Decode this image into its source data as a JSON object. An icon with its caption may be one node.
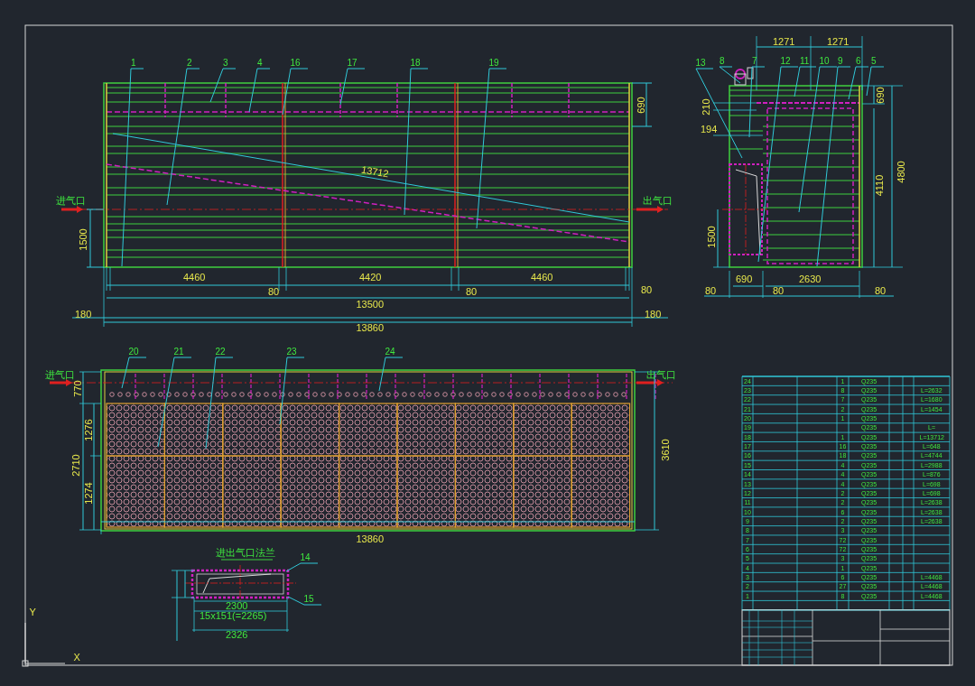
{
  "diagram": {
    "nodes": [
      {
        "text": [
          "1"
        ]
      },
      {
        "text": [
          "2"
        ]
      },
      {
        "text": [
          "3"
        ]
      },
      {
        "text": [
          "4"
        ]
      },
      {
        "text": [
          "16"
        ]
      },
      {
        "text": [
          "17"
        ]
      },
      {
        "text": [
          "18"
        ]
      },
      {
        "text": [
          "19"
        ]
      },
      {
        "text": [
          "13"
        ]
      },
      {
        "text": [
          "8"
        ]
      },
      {
        "text": [
          "7"
        ]
      },
      {
        "text": [
          "12"
        ]
      },
      {
        "text": [
          "11"
        ]
      },
      {
        "text": [
          "10"
        ]
      },
      {
        "text": [
          "9"
        ]
      },
      {
        "text": [
          "6"
        ]
      },
      {
        "text": [
          "5"
        ]
      },
      {
        "text": [
          "20"
        ]
      },
      {
        "text": [
          "21"
        ]
      },
      {
        "text": [
          "22"
        ]
      },
      {
        "text": [
          "23"
        ]
      },
      {
        "text": [
          "24"
        ]
      },
      {
        "text": [
          "14"
        ]
      },
      {
        "text": [
          "15"
        ]
      }
    ],
    "edges": [
      {
        "from": 0,
        "to": null,
        "arrow": "none"
      },
      {
        "from": 1,
        "to": null,
        "arrow": "none"
      },
      {
        "from": 2,
        "to": null,
        "arrow": "none"
      },
      {
        "from": 3,
        "to": null,
        "arrow": "none"
      },
      {
        "from": 4,
        "to": null,
        "arrow": "none"
      },
      {
        "from": 5,
        "to": null,
        "arrow": "none"
      },
      {
        "from": 6,
        "to": null,
        "arrow": "none"
      },
      {
        "from": 7,
        "to": null,
        "arrow": "none"
      },
      {
        "from": 8,
        "to": null,
        "arrow": "none"
      },
      {
        "from": 9,
        "to": null,
        "arrow": "none"
      },
      {
        "from": 10,
        "to": null,
        "arrow": "none"
      },
      {
        "from": 11,
        "to": null,
        "arrow": "none"
      },
      {
        "from": 12,
        "to": null,
        "arrow": "none"
      },
      {
        "from": 13,
        "to": null,
        "arrow": "none"
      },
      {
        "from": 14,
        "to": null,
        "arrow": "none"
      },
      {
        "from": 15,
        "to": null,
        "arrow": "none"
      },
      {
        "from": 16,
        "to": null,
        "arrow": "none"
      },
      {
        "from": 17,
        "to": null,
        "arrow": "none"
      },
      {
        "from": 18,
        "to": null,
        "arrow": "none"
      },
      {
        "from": 19,
        "to": null,
        "arrow": "none"
      },
      {
        "from": 20,
        "to": null,
        "arrow": "none"
      },
      {
        "from": 21,
        "to": null,
        "arrow": "none"
      },
      {
        "from": 22,
        "to": null,
        "arrow": "none"
      },
      {
        "from": 23,
        "to": null,
        "arrow": "none"
      }
    ],
    "labels": [
      "690",
      "进气口",
      "13712",
      "出气口",
      "1500",
      "4460",
      "4420",
      "4460",
      "80",
      "80",
      "80",
      "13500",
      "180",
      "180",
      "13860",
      "1271",
      "1271",
      "210",
      "690",
      "194",
      "4800",
      "4110",
      "1500",
      "690",
      "2630",
      "80",
      "80",
      "80",
      "进气口",
      "出气口",
      "770",
      "1276",
      "3610",
      "2710",
      "1274",
      "13860",
      "进出气口法兰",
      "2300",
      "15x151(=2265)",
      "2326",
      "Y",
      "X",
      "24",
      "1",
      "Q235",
      "23",
      "8",
      "Q235",
      "L=2632",
      "22",
      "7",
      "Q235",
      "L=1680",
      "21",
      "2",
      "Q235",
      "L=1454",
      "20",
      "1",
      "Q235",
      "19",
      "Q235",
      "L=",
      "18",
      "1",
      "Q235",
      "L=13712",
      "17",
      "16",
      "Q235",
      "L=648",
      "16",
      "18",
      "Q235",
      "L=4744",
      "15",
      "4",
      "Q235",
      "L=2988",
      "14",
      "4",
      "Q235",
      "L=876",
      "13",
      "4",
      "Q235",
      "L=698",
      "12",
      "2",
      "Q235",
      "L=698",
      "11",
      "2",
      "Q235",
      "L=2638",
      "10",
      "6",
      "Q235",
      "L=2638",
      "9",
      "2",
      "Q235",
      "L=2638",
      "8",
      "3",
      "Q235",
      "7",
      "72",
      "Q235",
      "6",
      "72",
      "Q235",
      "5",
      "3",
      "Q235",
      "4",
      "1",
      "Q235",
      "3",
      "6",
      "Q235",
      "L=4468",
      "2",
      "27",
      "Q235",
      "L=4468",
      "1",
      "8",
      "Q235",
      "L=4468"
    ]
  }
}
